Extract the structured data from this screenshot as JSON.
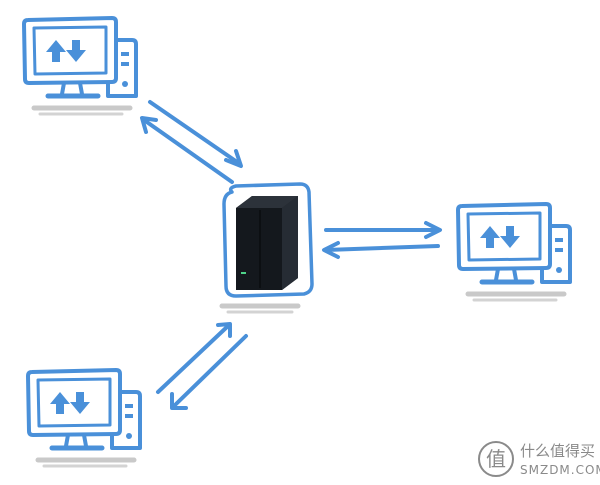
{
  "colors": {
    "sketch_blue": "#4a90d9",
    "shadow_gray": "#c9c9c9",
    "nas_body": "#1c2026",
    "watermark_gray": "#8a8a8a"
  },
  "nodes": [
    {
      "id": "computer-top-left",
      "kind": "computer",
      "icon": "upload-download-arrows-icon"
    },
    {
      "id": "computer-right",
      "kind": "computer",
      "icon": "upload-download-arrows-icon"
    },
    {
      "id": "computer-bottom-left",
      "kind": "computer",
      "icon": "upload-download-arrows-icon"
    },
    {
      "id": "nas-server",
      "kind": "nas",
      "icon": "nas-device-icon"
    }
  ],
  "edges": [
    {
      "from": "computer-top-left",
      "to": "nas-server",
      "style": "bidirectional-arrow"
    },
    {
      "from": "computer-right",
      "to": "nas-server",
      "style": "bidirectional-arrow"
    },
    {
      "from": "computer-bottom-left",
      "to": "nas-server",
      "style": "bidirectional-arrow"
    }
  ],
  "watermark": {
    "logo_glyph": "值",
    "chinese": "什么值得买",
    "latin": "SMZDM.COM"
  }
}
